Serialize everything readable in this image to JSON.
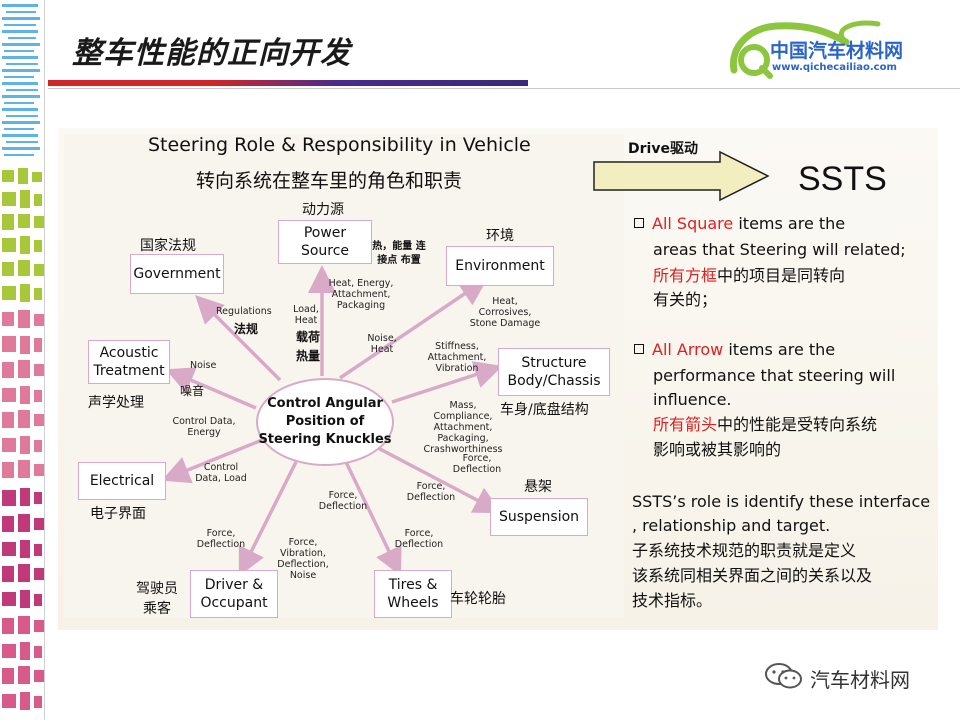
{
  "header": {
    "title": "整车性能的正向开发",
    "logo_name": "中国汽车材料网",
    "logo_url": "www.qichecailiao.com"
  },
  "diagram": {
    "title_en": "Steering Role & Responsibility in Vehicle",
    "title_cn": "转向系统在整车里的角色和职责",
    "center": "Control Angular Position of Steering Knuckles",
    "boxes": {
      "power": "Power Source",
      "government": "Government",
      "environment": "Environment",
      "acoustic": "Acoustic Treatment",
      "structure": "Structure Body/Chassis",
      "electrical": "Electrical",
      "suspension": "Suspension",
      "driver": "Driver & Occupant",
      "tires": "Tires & Wheels"
    },
    "cn_labels": {
      "power": "动力源",
      "government": "国家法规",
      "environment": "环境",
      "acoustic": "声学处理",
      "structure": "车身/底盘结构",
      "electrical": "电子界面",
      "suspension": "悬架",
      "driver_1": "驾驶员",
      "driver_2": "乘客",
      "tires": "车轮轮胎"
    },
    "arrow_labels": {
      "regulations": "Regulations",
      "regulations_cn": "法规",
      "load_heat": "Load, Heat",
      "load_cn": "载荷",
      "heat_cn": "热量",
      "heat_energy": "Heat, Energy, Attachment, Packaging",
      "heat_connect_cn": "热，能量 连接点 布置",
      "heat_corrosives": "Heat, Corrosives, Stone Damage",
      "noise_heat": "Noise, Heat",
      "stiffness": "Stiffness, Attachment, Vibration",
      "noise": "Noise",
      "noise_cn": "噪音",
      "mass": "Mass, Compliance, Attachment, Packaging, Crashworthiness",
      "control_data_energy": "Control Data, Energy",
      "control_data_load": "Control Data, Load",
      "force_deflection_susp1": "Force, Deflection",
      "force_deflection_susp2": "Force, Deflection",
      "force_deflection_center": "Force, Deflection",
      "force_deflection_driver": "Force, Deflection",
      "force_vibration": "Force, Vibration, Deflection, Noise",
      "force_deflection_tires": "Force, Deflection"
    }
  },
  "right_panel": {
    "drive_label": "Drive驱动",
    "ssts": "SSTS",
    "b1_red": "All Square",
    "b1_text_1": "items are the",
    "b1_text_2": "areas that Steering will related;",
    "b1_cn_red": "所有方框",
    "b1_cn_1": "中的项目是同转向",
    "b1_cn_2": "有关的；",
    "b2_red": "All Arrow",
    "b2_text_1": "items are the",
    "b2_text_2": "performance that steering will",
    "b2_text_3": "influence.",
    "b2_cn_red": "所有箭头",
    "b2_cn_1": "中的性能是受转向系统",
    "b2_cn_2": "影响或被其影响的",
    "role_1": "SSTS’s role is identify these interface",
    "role_2": ", relationship and target.",
    "role_cn_1": "子系统技术规范的职责就是定义",
    "role_cn_2": "该系统同相关界面之间的关系以及",
    "role_cn_3": "技术指标。"
  },
  "footer": {
    "wechat_name": "汽车材料网"
  },
  "colors": {
    "accent_red": "#e02020",
    "box_border": "#d9a9c8",
    "logo_blue": "#2a64c8",
    "logo_green": "#8cc63f",
    "drive_arrow_fill": "#f3eec0"
  }
}
